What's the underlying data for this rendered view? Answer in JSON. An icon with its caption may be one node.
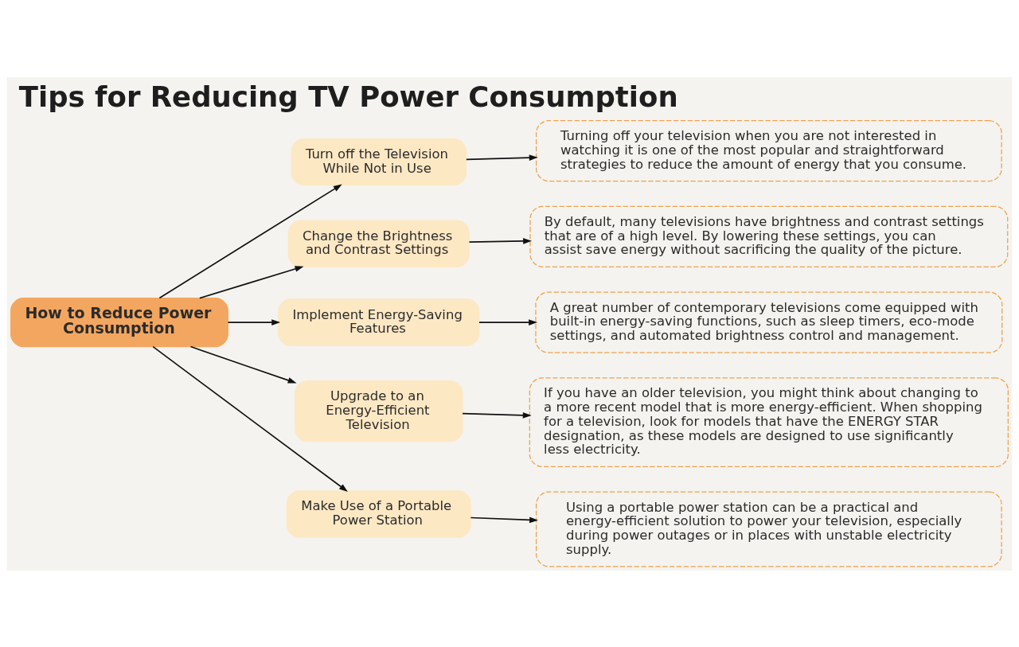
{
  "diagram": {
    "title": "Tips for Reducing TV Power Consumption",
    "nodes": [
      {
        "text": [
          "How to Reduce Power Consumption"
        ]
      },
      {
        "text": [
          "Turn off the Television While Not in Use"
        ]
      },
      {
        "text": [
          "Turning off your television when you are not interested in watching it is one of the most popular and straightforward strategies to reduce the amount of energy that you consume."
        ]
      },
      {
        "text": [
          "Change the Brightness and Contrast Settings"
        ]
      },
      {
        "text": [
          "By default, many televisions have brightness and contrast settings that are of a high level. By lowering these settings, you can assist save energy without sacrificing the quality of the picture."
        ]
      },
      {
        "text": [
          "Implement Energy-Saving Features"
        ]
      },
      {
        "text": [
          "A great number of contemporary televisions come equipped with built-in energy-saving functions, such as sleep timers, eco-mode settings, and automated brightness control and management."
        ]
      },
      {
        "text": [
          "Upgrade to an Energy-Efficient Television"
        ]
      },
      {
        "text": [
          "If you have an older television, you might think about changing to a more recent model that is more energy-efficient. When shopping for a television, look for models that have the ENERGY STAR designation, as these models are designed to use significantly less electricity."
        ]
      },
      {
        "text": [
          "Make Use of a Portable Power Station"
        ]
      },
      {
        "text": [
          "Using a portable power station can be a practical and energy-efficient solution to power your television, especially during power outages or in places with unstable electricity supply."
        ]
      }
    ],
    "edges": [
      {
        "from": 0,
        "to": 1,
        "arrow": "to"
      },
      {
        "from": 0,
        "to": 3,
        "arrow": "to"
      },
      {
        "from": 0,
        "to": 5,
        "arrow": "to"
      },
      {
        "from": 0,
        "to": 7,
        "arrow": "to"
      },
      {
        "from": 0,
        "to": 9,
        "arrow": "to"
      },
      {
        "from": 1,
        "to": 2,
        "arrow": "to"
      },
      {
        "from": 3,
        "to": 4,
        "arrow": "to"
      },
      {
        "from": 5,
        "to": 6,
        "arrow": "to"
      },
      {
        "from": 7,
        "to": 8,
        "arrow": "to"
      },
      {
        "from": 9,
        "to": 10,
        "arrow": "to"
      }
    ]
  }
}
